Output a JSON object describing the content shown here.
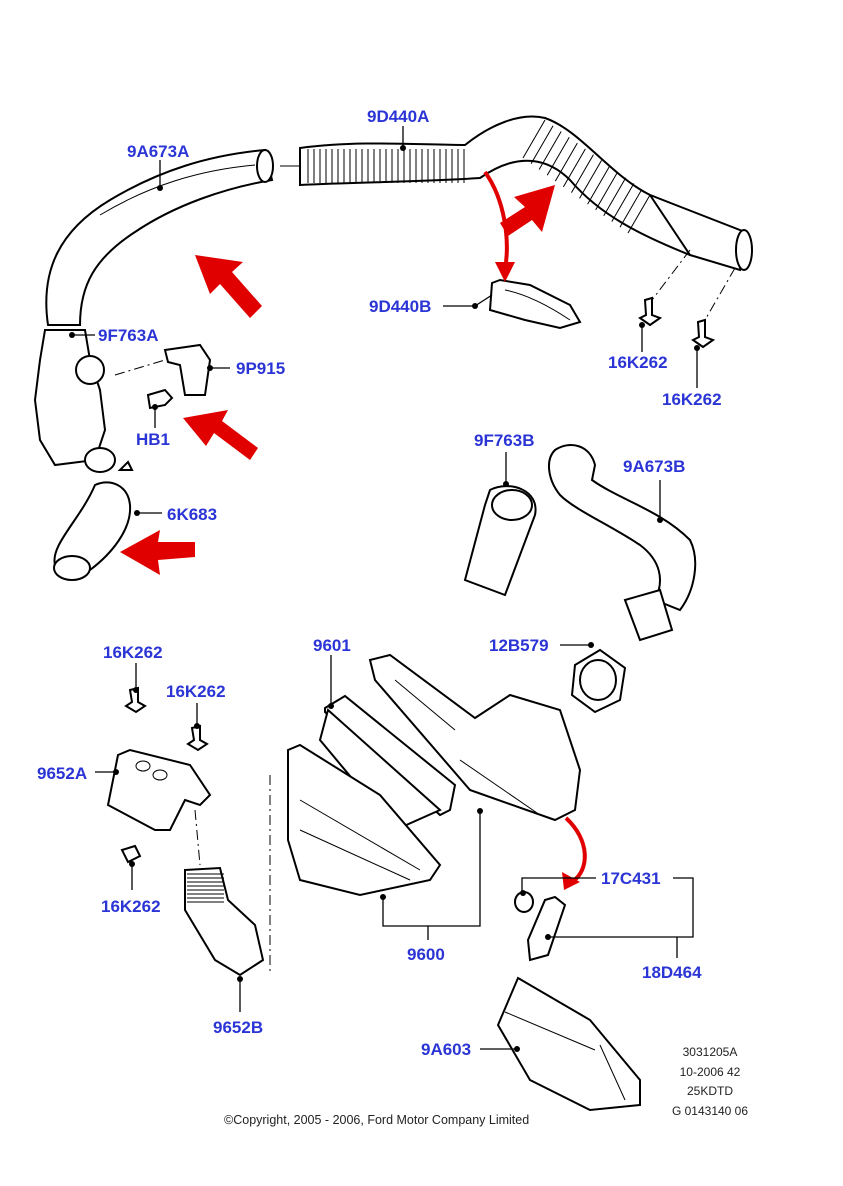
{
  "diagram": {
    "title": "Air intake assembly exploded view",
    "label_color": "#2b35d6",
    "arrow_color": "#e00000",
    "part_labels": {
      "p9A673A": "9A673A",
      "p9D440A": "9D440A",
      "p9D440B": "9D440B",
      "p16K262_top1": "16K262",
      "p16K262_top2": "16K262",
      "p9F763A": "9F763A",
      "p9P915": "9P915",
      "pHB1": "HB1",
      "p6K683": "6K683",
      "p9F763B": "9F763B",
      "p9A673B": "9A673B",
      "p12B579": "12B579",
      "p9601": "9601",
      "p16K262_left1": "16K262",
      "p16K262_left2": "16K262",
      "p9652A": "9652A",
      "p16K262_left3": "16K262",
      "p9652B": "9652B",
      "p9600": "9600",
      "p17C431": "17C431",
      "p18D464": "18D464",
      "p9A603": "9A603"
    },
    "reference_block": [
      "3031205A",
      "10-2006 42",
      "25KDTD",
      "G 0143140 06"
    ],
    "copyright": "©Copyright, 2005 - 2006, Ford Motor Company Limited"
  }
}
